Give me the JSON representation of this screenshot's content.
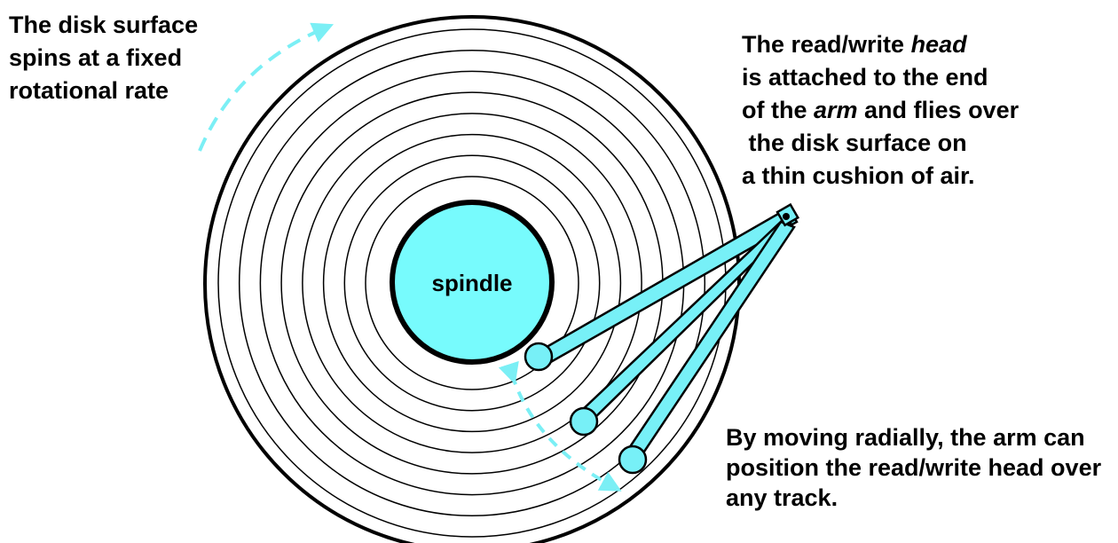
{
  "colors": {
    "spindle_fill": "#77FBFD",
    "arm_fill": "#77F0F7",
    "arrow": "#7BEFF5",
    "outline": "#000000"
  },
  "spindle": {
    "label": "spindle"
  },
  "track_count": 8,
  "arm_positions": 3,
  "annotations": {
    "spin": {
      "lines": [
        "The disk surface",
        "spins at a fixed",
        "rotational rate"
      ]
    },
    "head": {
      "line1": "The read/write ",
      "line1_em": "head",
      "line2": "is attached to the end",
      "line3_pre": "of the ",
      "line3_em": "arm",
      "line3_post": " and flies over",
      "line4": " the disk surface on",
      "line5": "a thin cushion of air."
    },
    "move": {
      "lines": [
        "By moving radially, the arm can",
        "position the read/write head over",
        "any track."
      ]
    }
  }
}
